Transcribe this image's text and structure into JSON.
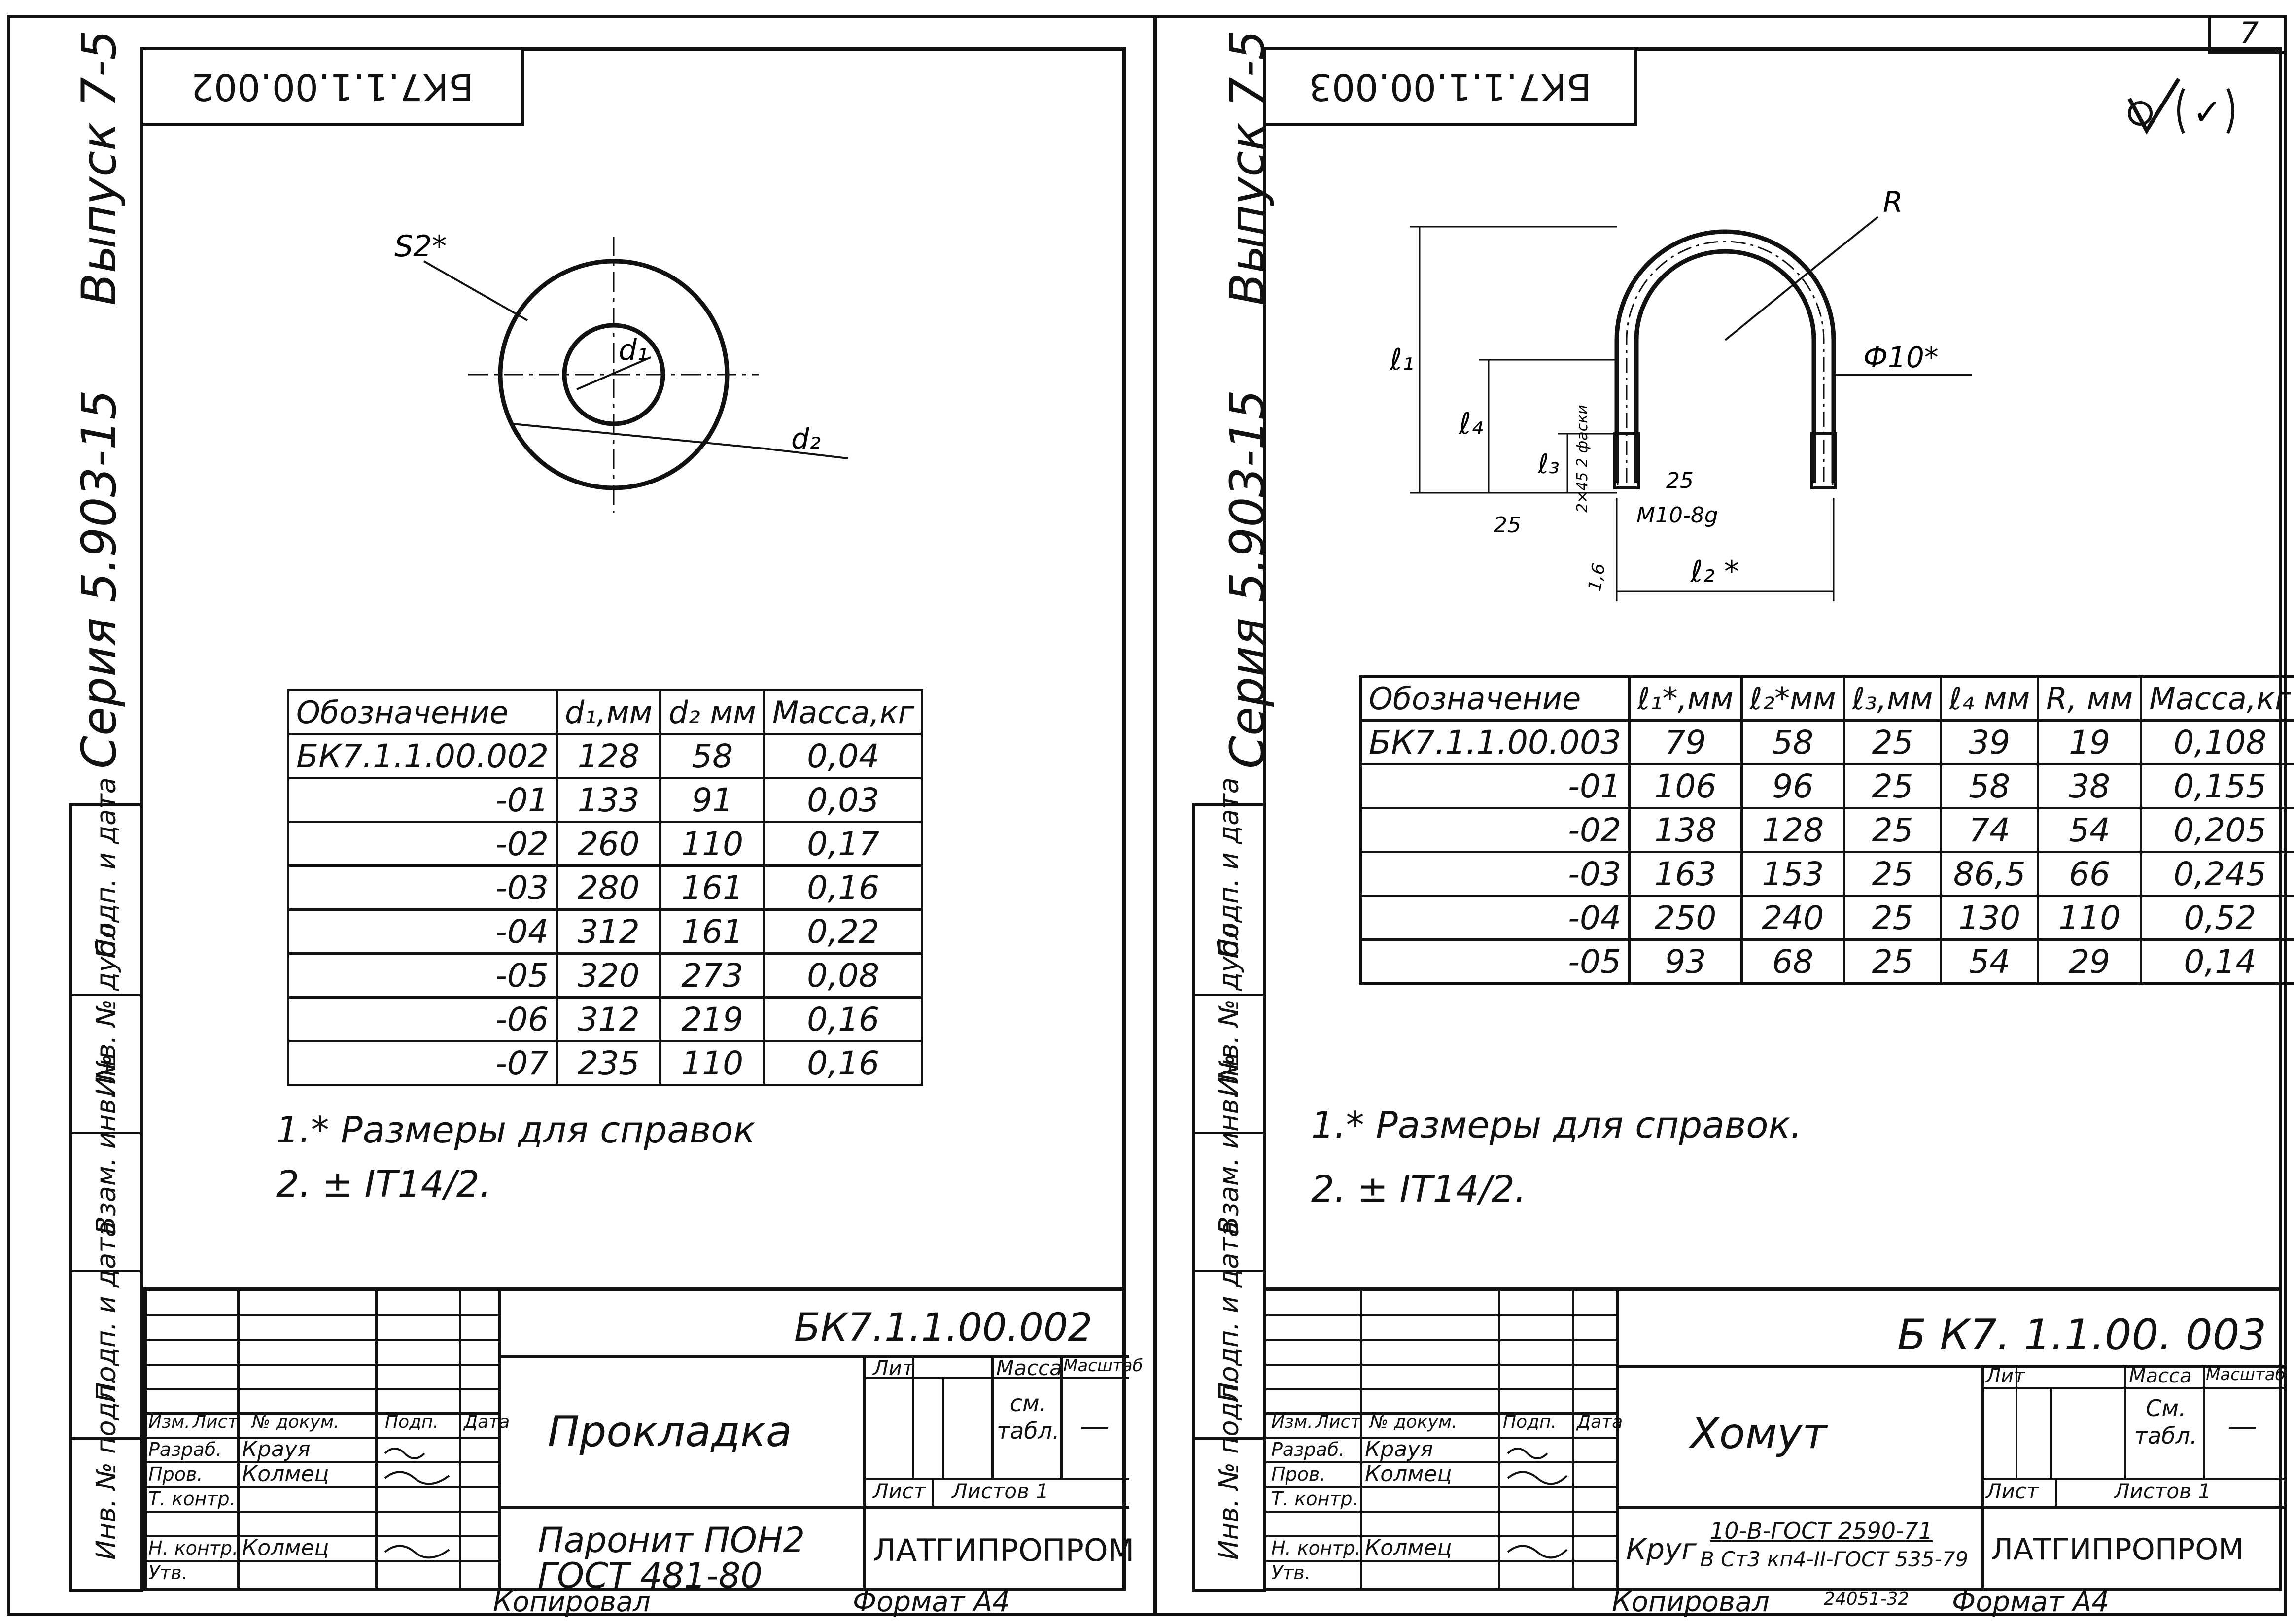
{
  "page_number": "7",
  "check_mark": "✓",
  "left": {
    "stamp": "БК7.1.1.00.002",
    "series": "Серия  5.903-15",
    "issue": "Выпуск 7-5",
    "margin_cells": [
      "Инв. № подл.",
      "Подп. и дата",
      "Взам. инв. №",
      "Инв. № дубл.",
      "Подп. и дата"
    ],
    "drawing": {
      "s_label": "S2*",
      "d1": "d₁",
      "d2": "d₂"
    },
    "table": {
      "headers": [
        "Обозначение",
        "d₁,мм",
        "d₂ мм",
        "Масса,кг"
      ],
      "rows": [
        [
          "БК7.1.1.00.002",
          "128",
          "58",
          "0,04"
        ],
        [
          "-01",
          "133",
          "91",
          "0,03"
        ],
        [
          "-02",
          "260",
          "110",
          "0,17"
        ],
        [
          "-03",
          "280",
          "161",
          "0,16"
        ],
        [
          "-04",
          "312",
          "161",
          "0,22"
        ],
        [
          "-05",
          "320",
          "273",
          "0,08"
        ],
        [
          "-06",
          "312",
          "219",
          "0,16"
        ],
        [
          "-07",
          "235",
          "110",
          "0,16"
        ]
      ]
    },
    "notes": [
      "1.* Размеры для справок",
      "2. ± IT14/2."
    ],
    "title_block": {
      "code": "БК7.1.1.00.002",
      "name": "Прокладка",
      "material": "Паронит ПОН2 ГОСТ 481-80",
      "org": "ЛАТГИПРОПРОМ",
      "lit": "Лит",
      "mass": "Масса",
      "scale": "Масштаб",
      "mass_value": "см. табл.",
      "scale_value": "—",
      "sheet": "Лист",
      "sheets": "Листов 1",
      "col_heads": [
        "Изм.",
        "Лист",
        "№ докум.",
        "Подп.",
        "Дата"
      ],
      "roles": [
        {
          "role": "Разраб.",
          "name": "Крауя"
        },
        {
          "role": "Пров.",
          "name": "Колмец"
        },
        {
          "role": "Т. контр.",
          "name": ""
        },
        {
          "role": "Н. контр.",
          "name": "Колмец"
        },
        {
          "role": "Утв.",
          "name": ""
        }
      ]
    },
    "footer_copied": "Копировал",
    "footer_format": "Формат А4"
  },
  "right": {
    "stamp": "БК7.1.1.00.003",
    "series": "Серия  5.903-15",
    "issue": "Выпуск 7-5",
    "margin_cells": [
      "Инв. № подл.",
      "Подп. и дата",
      "Взам. инв. №",
      "Инв. № дубл.",
      "Подп. и дата"
    ],
    "drawing": {
      "R": "R",
      "phi": "Ф10*",
      "l1": "ℓ₁",
      "l4": "ℓ₄",
      "l3": "ℓ₃",
      "l2": "ℓ₂ *",
      "chamfer": "2×45 2 фаски",
      "thread": "М10-8g",
      "rough25a": "25",
      "rough25b": "25",
      "rough16": "1,6"
    },
    "table": {
      "headers": [
        "Обозначение",
        "ℓ₁*,мм",
        "ℓ₂*мм",
        "ℓ₃,мм",
        "ℓ₄ мм",
        "R, мм",
        "Масса,кг"
      ],
      "rows": [
        [
          "БК7.1.1.00.003",
          "79",
          "58",
          "25",
          "39",
          "19",
          "0,108"
        ],
        [
          "-01",
          "106",
          "96",
          "25",
          "58",
          "38",
          "0,155"
        ],
        [
          "-02",
          "138",
          "128",
          "25",
          "74",
          "54",
          "0,205"
        ],
        [
          "-03",
          "163",
          "153",
          "25",
          "86,5",
          "66",
          "0,245"
        ],
        [
          "-04",
          "250",
          "240",
          "25",
          "130",
          "110",
          "0,52"
        ],
        [
          "-05",
          "93",
          "68",
          "25",
          "54",
          "29",
          "0,14"
        ]
      ]
    },
    "notes": [
      "1.* Размеры для справок.",
      "2. ± IT14/2."
    ],
    "title_block": {
      "code": "Б К7. 1.1.00. 003",
      "name": "Хомут",
      "material_prefix": "Круг",
      "material_top": "10-В-ГОСТ 2590-71",
      "material_bottom": "В Ст3 кп4-II-ГОСТ 535-79",
      "org": "ЛАТГИПРОПРОМ",
      "lit": "Лит",
      "mass": "Масса",
      "scale": "Масштаб",
      "mass_value": "См. табл.",
      "scale_value": "—",
      "sheet": "Лист",
      "sheets": "Листов 1",
      "col_heads": [
        "Изм.",
        "Лист",
        "№ докум.",
        "Подп.",
        "Дата"
      ],
      "roles": [
        {
          "role": "Разраб.",
          "name": "Крауя"
        },
        {
          "role": "Пров.",
          "name": "Колмец"
        },
        {
          "role": "Т. контр.",
          "name": ""
        },
        {
          "role": "Н. контр.",
          "name": "Колмец"
        },
        {
          "role": "Утв.",
          "name": ""
        }
      ]
    },
    "footer_copied": "Копировал",
    "footer_num": "24051-32",
    "footer_format": "Формат А4"
  }
}
